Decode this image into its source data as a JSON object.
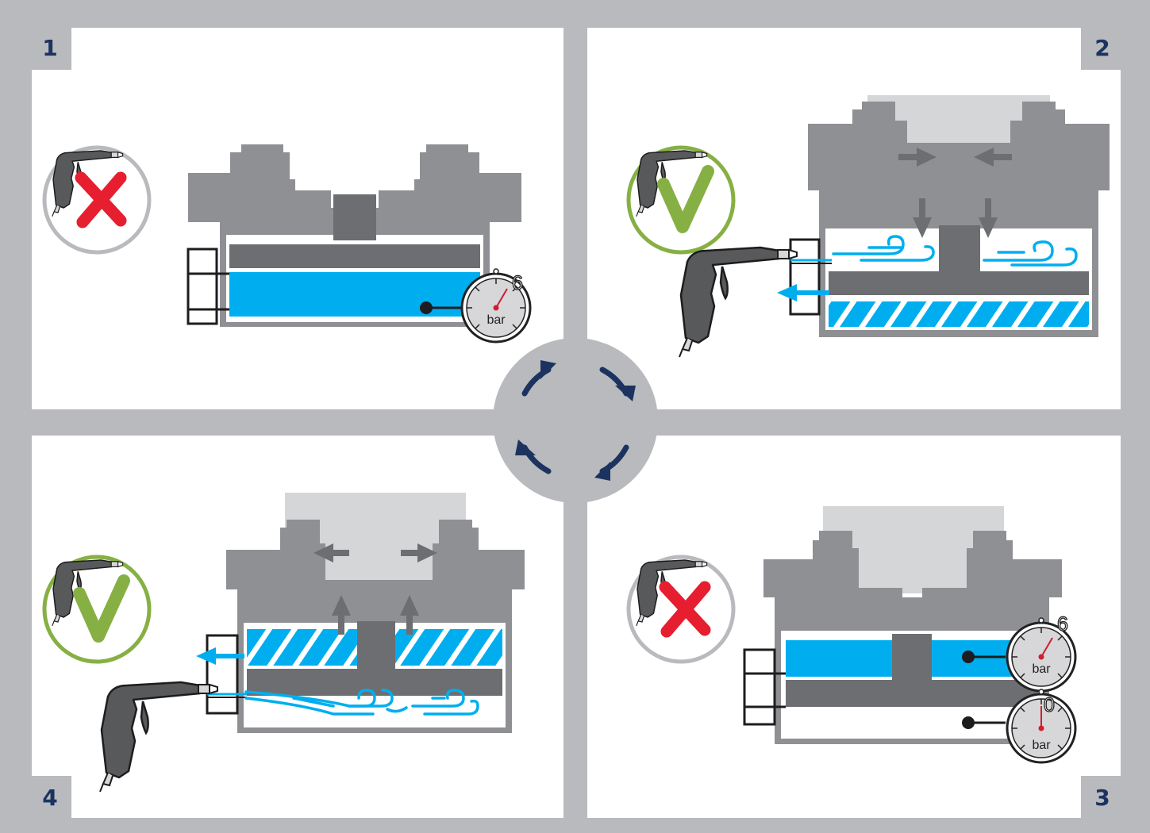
{
  "colors": {
    "frame": "#b9babd",
    "panel": "#ffffff",
    "body_dark": "#6d6e71",
    "body_mid": "#8f9093",
    "workpiece": "#d5d6d8",
    "air_blue": "#00aeef",
    "arrow_navy": "#1c3360",
    "cross_red": "#e61e2f",
    "check_green": "#86b043",
    "gun_gray": "#58595b",
    "needle_red": "#cc1f2f"
  },
  "panels": [
    {
      "step": "1",
      "state": "clamped",
      "air_gun": "not-allowed",
      "gauges": [
        {
          "value": "6",
          "unit": "bar"
        }
      ]
    },
    {
      "step": "2",
      "state": "clamping",
      "air_gun": "allowed",
      "air_flow": "out-of-lower-chamber",
      "gauges": []
    },
    {
      "step": "3",
      "state": "clamped-workpiece",
      "air_gun": "not-allowed",
      "gauges": [
        {
          "value": "6",
          "unit": "bar"
        },
        {
          "value": "0",
          "unit": "bar"
        }
      ]
    },
    {
      "step": "4",
      "state": "releasing",
      "air_gun": "allowed",
      "air_flow": "out-of-upper-chamber",
      "gauges": []
    }
  ],
  "cycle_icon": "circular-arrows-icon"
}
